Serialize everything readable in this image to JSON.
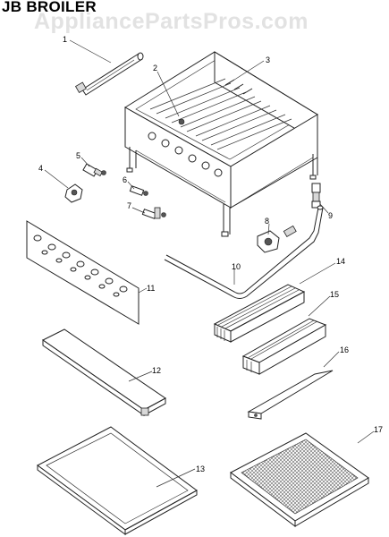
{
  "title": "JB BROILER",
  "watermark": "AppliancePartsPros.com",
  "callouts": [
    "1",
    "2",
    "3",
    "4",
    "5",
    "6",
    "7",
    "8",
    "9",
    "10",
    "11",
    "12",
    "13",
    "14",
    "15",
    "16",
    "17"
  ]
}
